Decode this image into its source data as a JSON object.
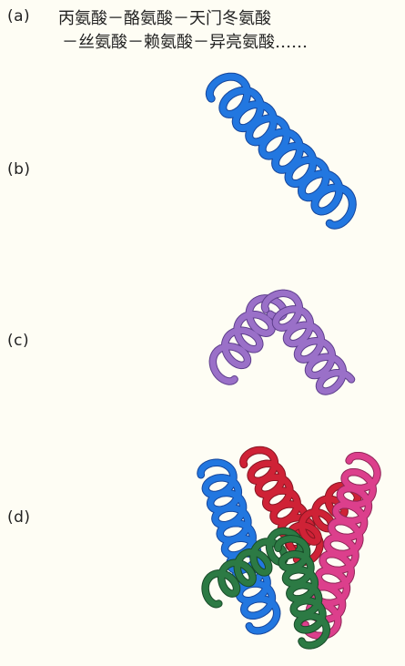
{
  "labels": {
    "a": "(a)",
    "b": "(b)",
    "c": "(c)",
    "d": "(d)"
  },
  "sequence": {
    "line1": "丙氨酸－酪氨酸－天门冬氨酸",
    "line2": "－丝氨酸－赖氨酸－异亮氨酸……"
  },
  "colors": {
    "blue": "#2277e0",
    "purple": "#9a70c8",
    "red": "#cf2236",
    "magenta": "#dc3f8c",
    "green": "#2c7a44",
    "blue_dark": "#15459a",
    "purple_dark": "#5e3e8c",
    "red_dark": "#861522",
    "magenta_dark": "#902657",
    "green_dark": "#184a28"
  }
}
